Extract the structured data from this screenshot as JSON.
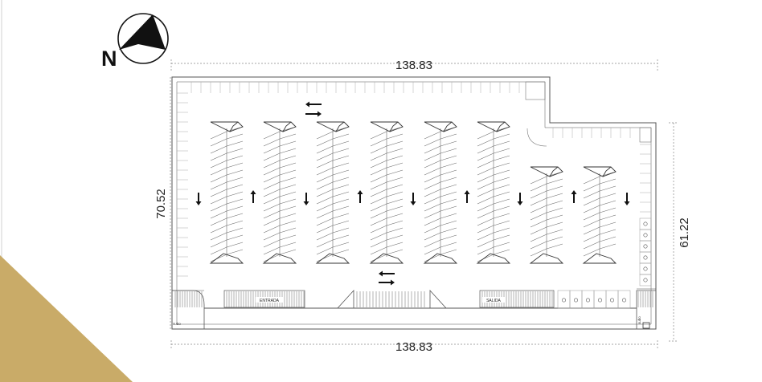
{
  "compass": {
    "letter": "N"
  },
  "dimensions": {
    "top": "138.83",
    "bottom": "138.83",
    "left": "70.52",
    "right": "61.22"
  },
  "labels": {
    "entrance": "ENTRADA",
    "exit": "SALIDA",
    "stairs_left": "subo",
    "stairs_right": "subo"
  },
  "colors": {
    "accent": "#c9ab68",
    "lines": "#6a6a6a",
    "arrows": "#111111"
  }
}
